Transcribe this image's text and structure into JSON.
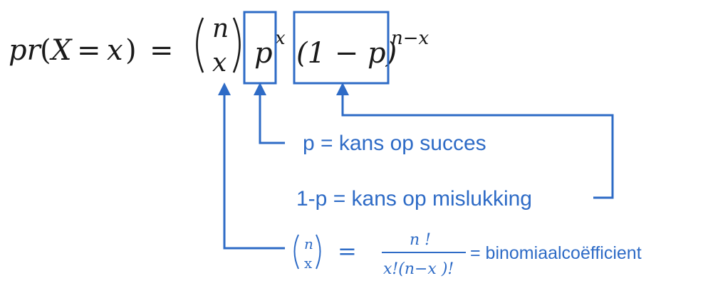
{
  "formula": {
    "lhs_pr": "pr",
    "lhs_open": "(",
    "lhs_X": "X",
    "lhs_eq": "=",
    "lhs_x": "x",
    "lhs_close": ")",
    "equals": "=",
    "binom_top": "n",
    "binom_bottom": "x",
    "p": "p",
    "p_exp": "x",
    "one_minus_p": "(1 − p)",
    "one_minus_p_exp": "n−x"
  },
  "annotations": {
    "p_label": "p = kans op succes",
    "q_label": "1-p = kans op mislukking",
    "binom_top": "n",
    "binom_bottom": "x",
    "binom_eq": "=",
    "frac_num": "n !",
    "frac_den": "x!(n−x )!",
    "binom_label": "= binomiaalcoëfficient"
  },
  "colors": {
    "accent": "#2e6bc6",
    "text": "#1a1a1a"
  }
}
